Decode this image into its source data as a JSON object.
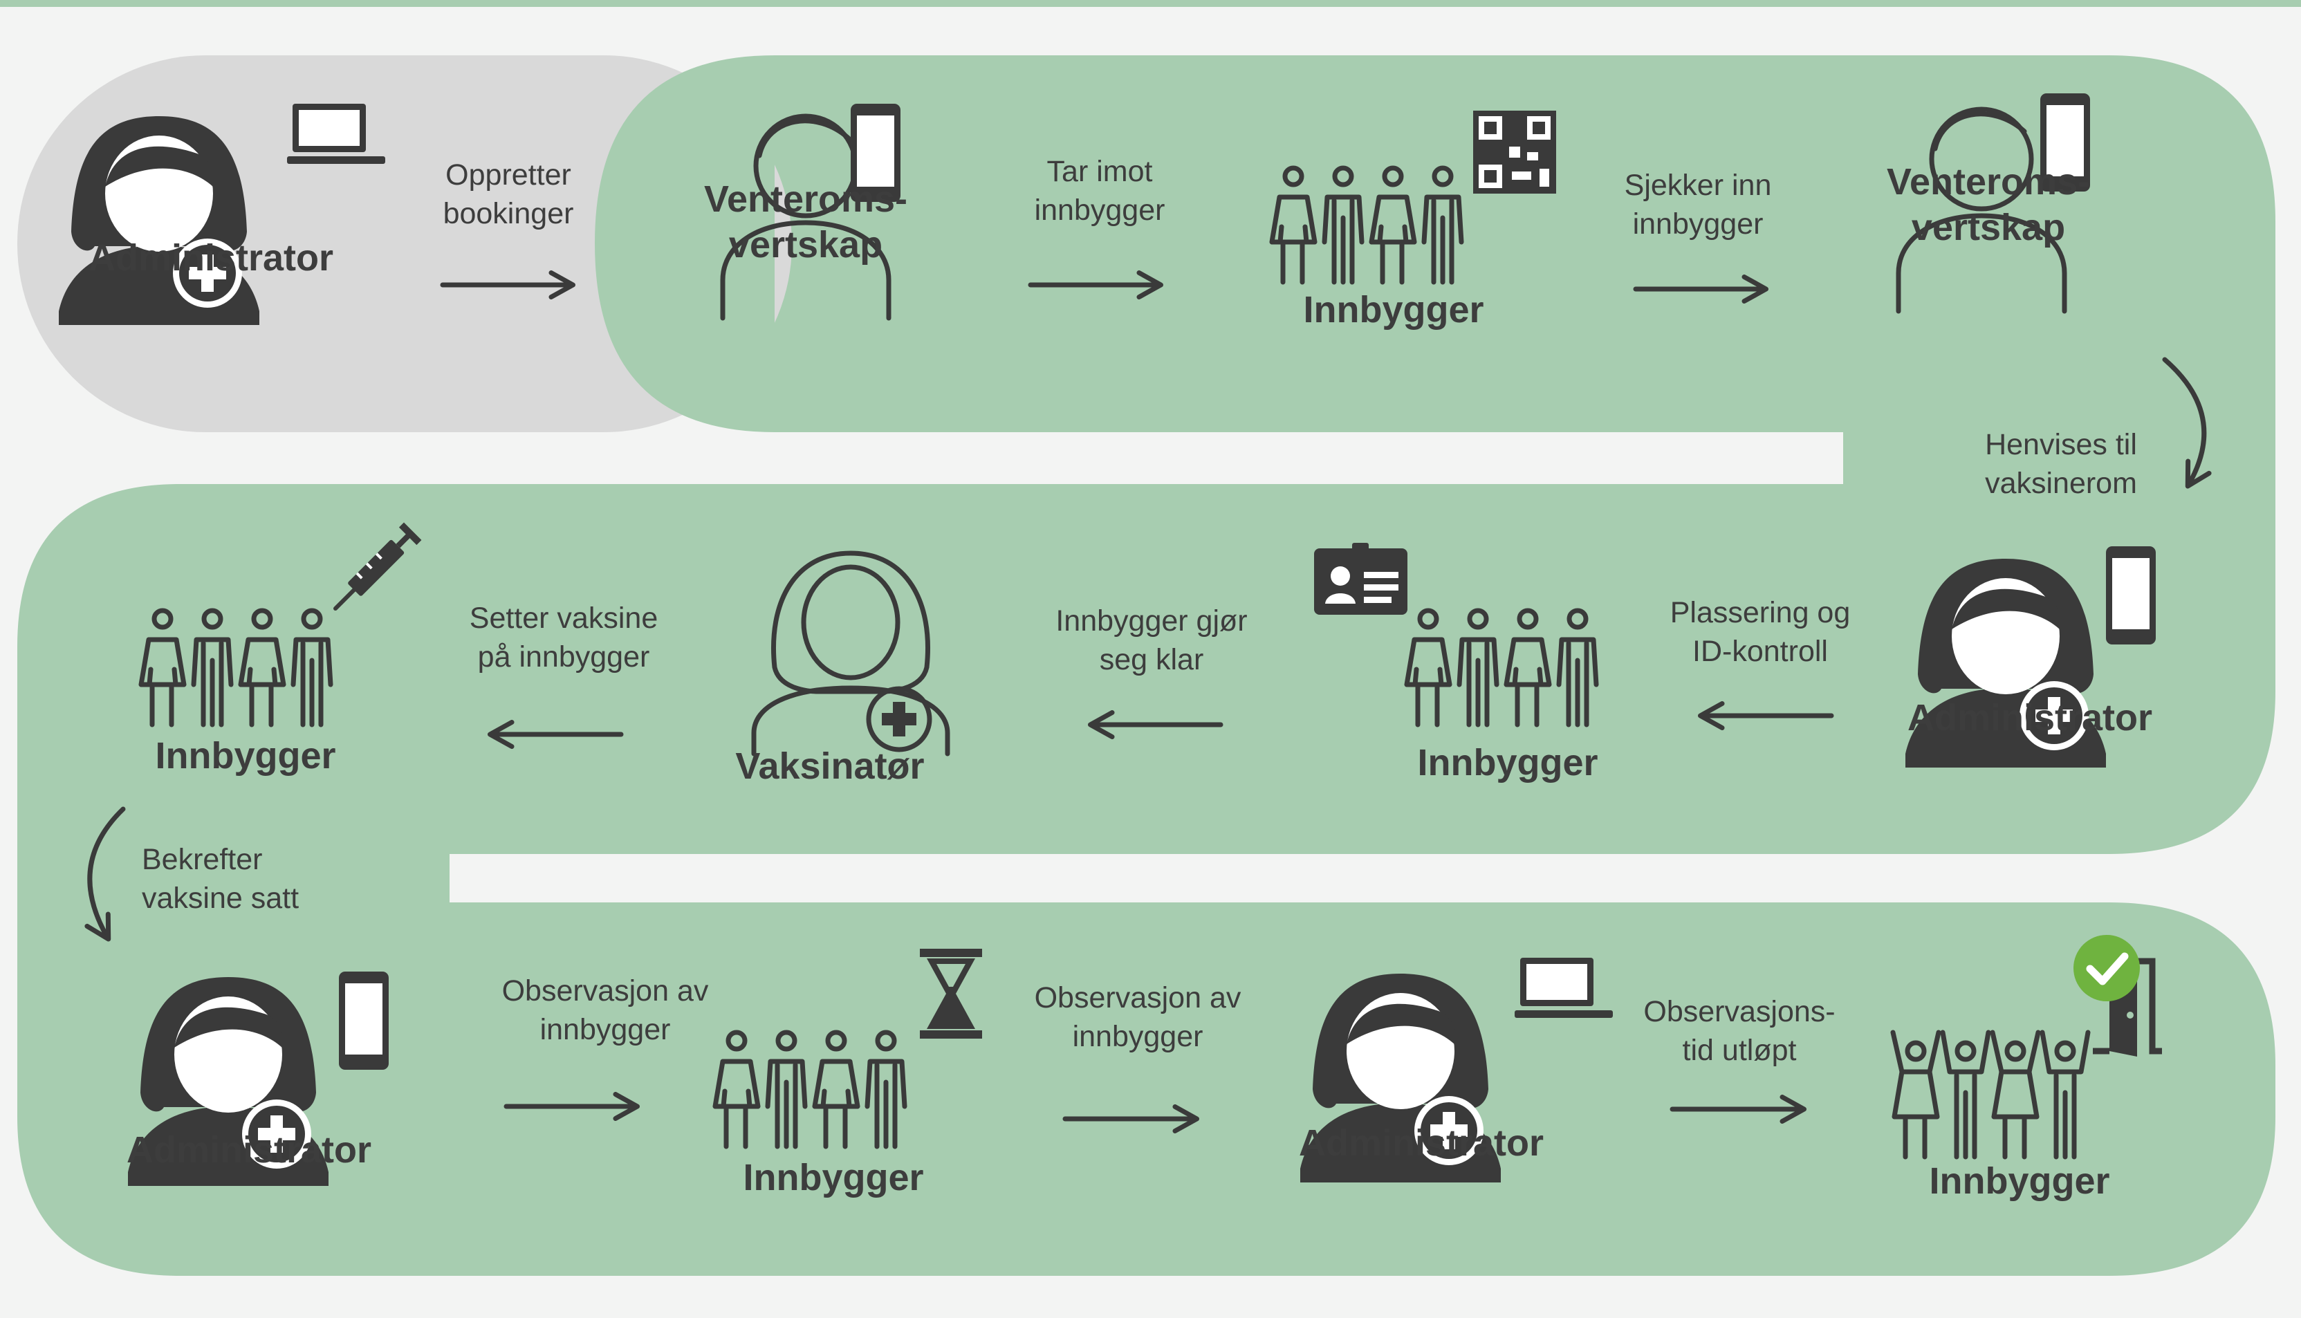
{
  "colors": {
    "green": "#a7cdb0",
    "grey": "#d9d9d9",
    "background": "#f3f4f3",
    "dark": "#3a3a3a",
    "check": "#6fb33f"
  },
  "nodes": {
    "n1": {
      "role": "Administrator",
      "icon": "administrator-laptop-icon"
    },
    "n2": {
      "role": "Venteroms-\nvertskap",
      "icon": "host-phone-icon"
    },
    "n3": {
      "role": "Innbygger",
      "icon": "citizens-qr-icon"
    },
    "n4": {
      "role": "Venteroms-\nvertskap",
      "icon": "host-phone-icon"
    },
    "n5": {
      "role": "Administrator",
      "icon": "administrator-phone-icon"
    },
    "n6": {
      "role": "Innbygger",
      "icon": "citizens-id-card-icon"
    },
    "n7": {
      "role": "Vaksinatør",
      "icon": "vaccinator-icon"
    },
    "n8": {
      "role": "Innbygger",
      "icon": "citizens-syringe-icon"
    },
    "n9": {
      "role": "Administrator",
      "icon": "administrator-phone-icon"
    },
    "n10": {
      "role": "Innbygger",
      "icon": "citizens-hourglass-icon"
    },
    "n11": {
      "role": "Administrator",
      "icon": "administrator-laptop-icon"
    },
    "n12": {
      "role": "Innbygger",
      "icon": "citizens-exit-icon"
    }
  },
  "edges": {
    "e1": "Oppretter\nbookinger",
    "e2": "Tar imot\ninnbygger",
    "e3": "Sjekker inn\ninnbygger",
    "e4": "Henvises til\nvaksinerom",
    "e5": "Plassering og\nID-kontroll",
    "e6": "Innbygger gjør\nseg klar",
    "e7": "Setter vaksine\npå innbygger",
    "e8": "Bekrefter\nvaksine satt",
    "e9": "Observasjon av\ninnbygger",
    "e10": "Observasjon av\ninnbygger",
    "e11": "Observasjons-\ntid utløpt"
  }
}
